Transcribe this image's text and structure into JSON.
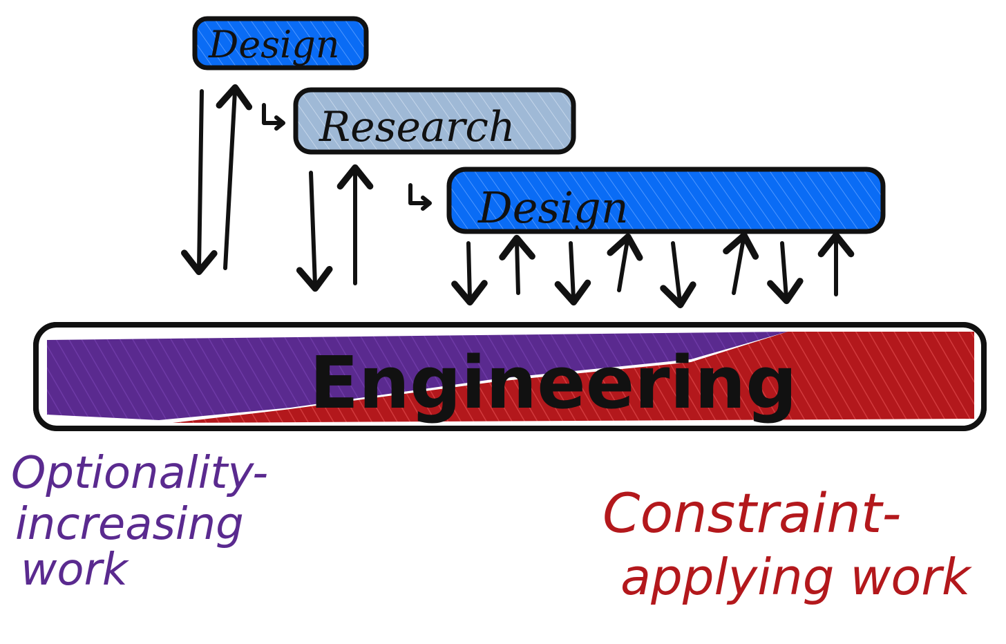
{
  "colors": {
    "outline": "#111111",
    "design_fill": "#0a6cf5",
    "research_fill": "#9fb9d6",
    "optionality": "#5a2a8f",
    "constraint": "#b3181c"
  },
  "boxes": {
    "design_top": {
      "label": "Design"
    },
    "research": {
      "label": "Research"
    },
    "design_mid": {
      "label": "Design"
    },
    "engineering": {
      "label": "Engineering"
    }
  },
  "annotations": {
    "optionality": {
      "line1": "Optionality-",
      "line2": "increasing",
      "line3": "work"
    },
    "constraint": {
      "line1": "Constraint-",
      "line2": "applying work"
    }
  },
  "icons": {
    "branch": "return-arrow-icon",
    "down": "arrow-down-icon",
    "up": "arrow-up-icon"
  }
}
